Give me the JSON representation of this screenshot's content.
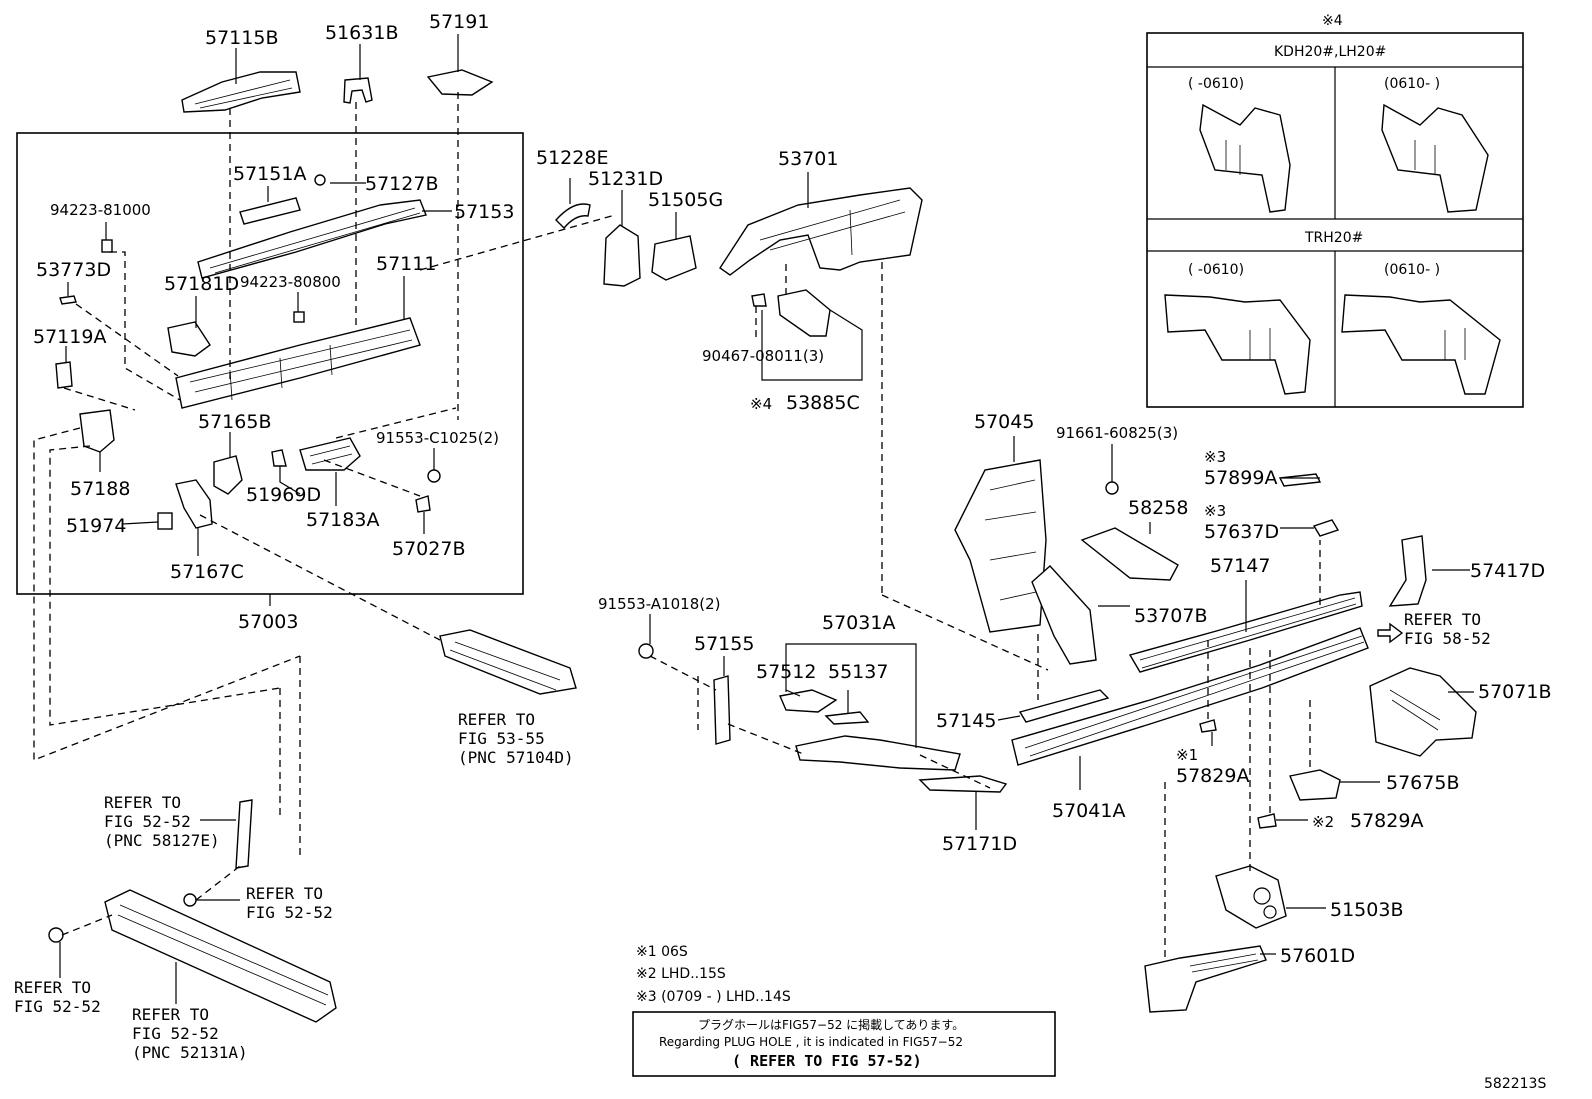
{
  "labels": {
    "p57115B": "57115B",
    "p51631B": "51631B",
    "p57191": "57191",
    "p57151A": "57151A",
    "p57127B": "57127B",
    "p57153": "57153",
    "p94223_81000": "94223-81000",
    "p53773D": "53773D",
    "p57181D": "57181D",
    "p94223_80800": "94223-80800",
    "p57111": "57111",
    "p57119A": "57119A",
    "p57165B": "57165B",
    "p91553_C1025": "91553-C1025(2)",
    "p57188": "57188",
    "p51969D": "51969D",
    "p57183A": "57183A",
    "p51974": "51974",
    "p57027B": "57027B",
    "p57167C": "57167C",
    "p57003": "57003",
    "p51228E": "51228E",
    "p51231D": "51231D",
    "p51505G": "51505G",
    "p53701": "53701",
    "p90467_08011": "90467-08011(3)",
    "p53885C": "53885C",
    "p57045": "57045",
    "p91661_60825": "91661-60825(3)",
    "p57899A": "57899A",
    "p58258": "58258",
    "p57637D": "57637D",
    "p57147": "57147",
    "p57417D": "57417D",
    "p53707B": "53707B",
    "p91553_A1018": "91553-A1018(2)",
    "p57155": "57155",
    "p57031A": "57031A",
    "p57512": "57512",
    "p55137": "55137",
    "p57145": "57145",
    "p57071B": "57071B",
    "p57829A_1": "57829A",
    "p57041A": "57041A",
    "p57675B": "57675B",
    "p57829A_2": "57829A",
    "p57171D": "57171D",
    "p51503B": "51503B",
    "p57601D": "57601D"
  },
  "marks": {
    "m4_53885C": "※4",
    "m3_57899A": "※3",
    "m3_57637D": "※3",
    "m1_57829A": "※1",
    "m2_57829A": "※2",
    "m4_inset": "※4"
  },
  "refers": {
    "r58_52": [
      "REFER TO",
      "FIG 58-52"
    ],
    "r53_55": [
      "REFER TO",
      "FIG 53-55",
      "(PNC 57104D)"
    ],
    "r52_52_a": [
      "REFER TO",
      "FIG 52-52",
      "(PNC 58127E)"
    ],
    "r52_52_b": [
      "REFER TO",
      "FIG 52-52"
    ],
    "r52_52_c": [
      "REFER TO",
      "FIG 52-52"
    ],
    "r52_52_d": [
      "REFER TO",
      "FIG 52-52",
      "(PNC 52131A)"
    ]
  },
  "inset": {
    "header1": "KDH20#,LH20#",
    "header2": "TRH20#",
    "range_open_left": "(    -0610)",
    "range_open_right": "(0610-    )"
  },
  "notes": [
    "※1 06S",
    "※2 LHD..15S",
    "※3 (0709 -      ) LHD..14S"
  ],
  "plug_box": {
    "line_jp": "プラグホールはFIG57−52 に掲載してあります。",
    "line_en": "Regarding PLUG HOLE , it is indicated in FIG57−52",
    "line_ref": "( REFER TO FIG 57-52)"
  },
  "figure_code": "582213S"
}
